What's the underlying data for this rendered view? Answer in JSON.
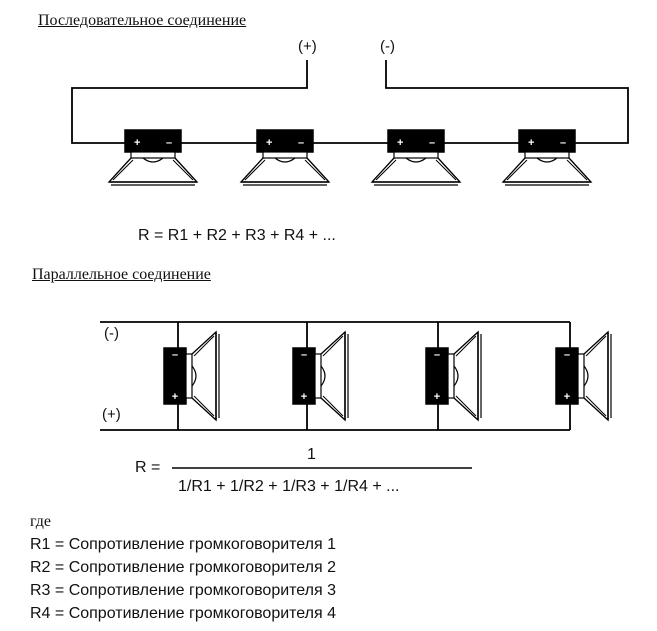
{
  "series_title": "Последовательное соединение",
  "series_plus": "(+)",
  "series_minus": "(-)",
  "series_formula": "R = R1 + R2 + R3 + R4 + ...",
  "parallel_title": "Параллельное соединение",
  "parallel_minus": "(-)",
  "parallel_plus": "(+)",
  "parallel_formula": {
    "lhs": "R =",
    "numerator": "1",
    "denominator": "1/R1 + 1/R2 + 1/R3 + 1/R4 + ..."
  },
  "terminal_plus": "+",
  "terminal_minus": "–",
  "legend": {
    "where": "где",
    "items": [
      "R1 = Сопротивление громкоговорителя 1",
      "R2 = Сопротивление громкоговорителя 2",
      "R3 = Сопротивление громкоговорителя 3",
      "R4 = Сопротивление громкоговорителя 4"
    ]
  }
}
